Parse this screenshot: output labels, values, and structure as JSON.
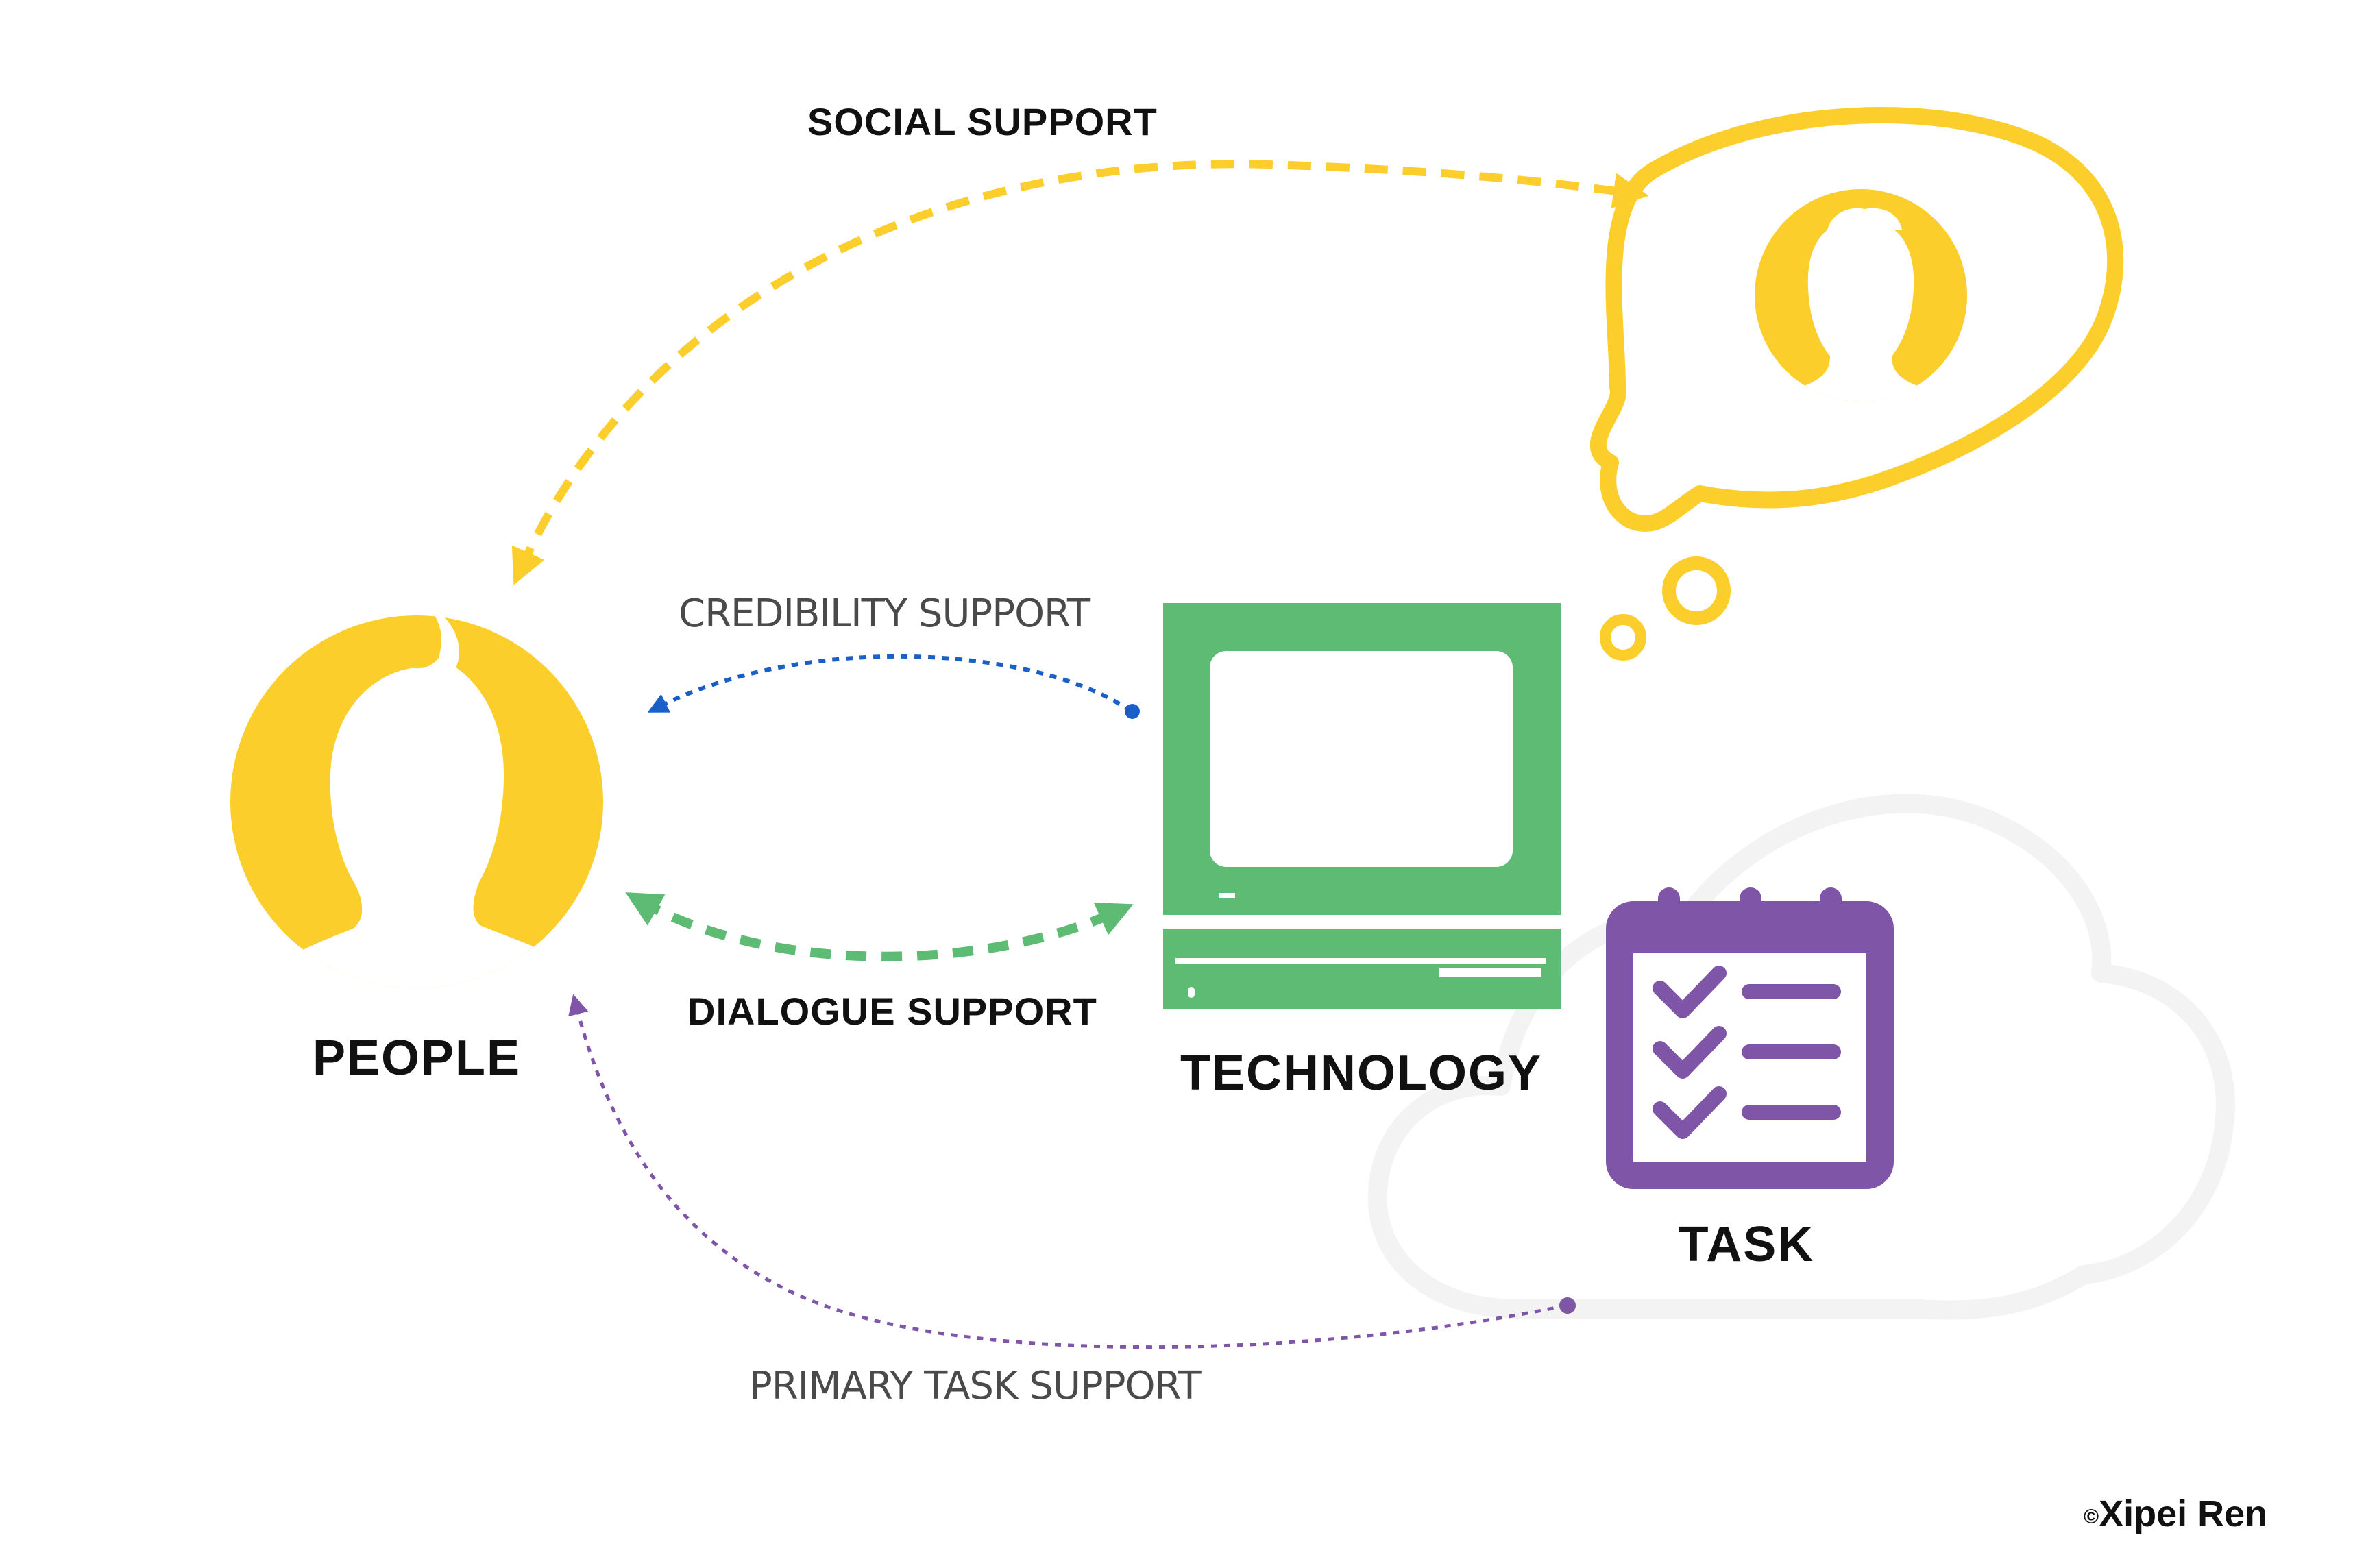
{
  "labels": {
    "social_support": "SOCIAL SUPPORT",
    "credibility_support": "CREDIBILITY SUPPORT",
    "dialogue_support": "DIALOGUE SUPPORT",
    "primary_task_support": "PRIMARY TASK SUPPORT",
    "people": "PEOPLE",
    "technology": "TECHNOLOGY",
    "task": "TASK"
  },
  "copyright": {
    "symbol": "©",
    "name": "Xipei Ren"
  },
  "icons": {
    "people": "person-avatar-icon",
    "other_person": "person-in-thought-bubble-icon",
    "technology": "desktop-computer-icon",
    "task": "checklist-calendar-icon",
    "background": "cloud-outline-icon"
  },
  "colors": {
    "social": "#FCCE2C",
    "credibility": "#1A5FC7",
    "dialogue": "#5DBB73",
    "primary_task": "#7F55A8",
    "technology": "#5DBB73",
    "task": "#7F55A8",
    "cloud_outline": "#F3F3F3"
  }
}
